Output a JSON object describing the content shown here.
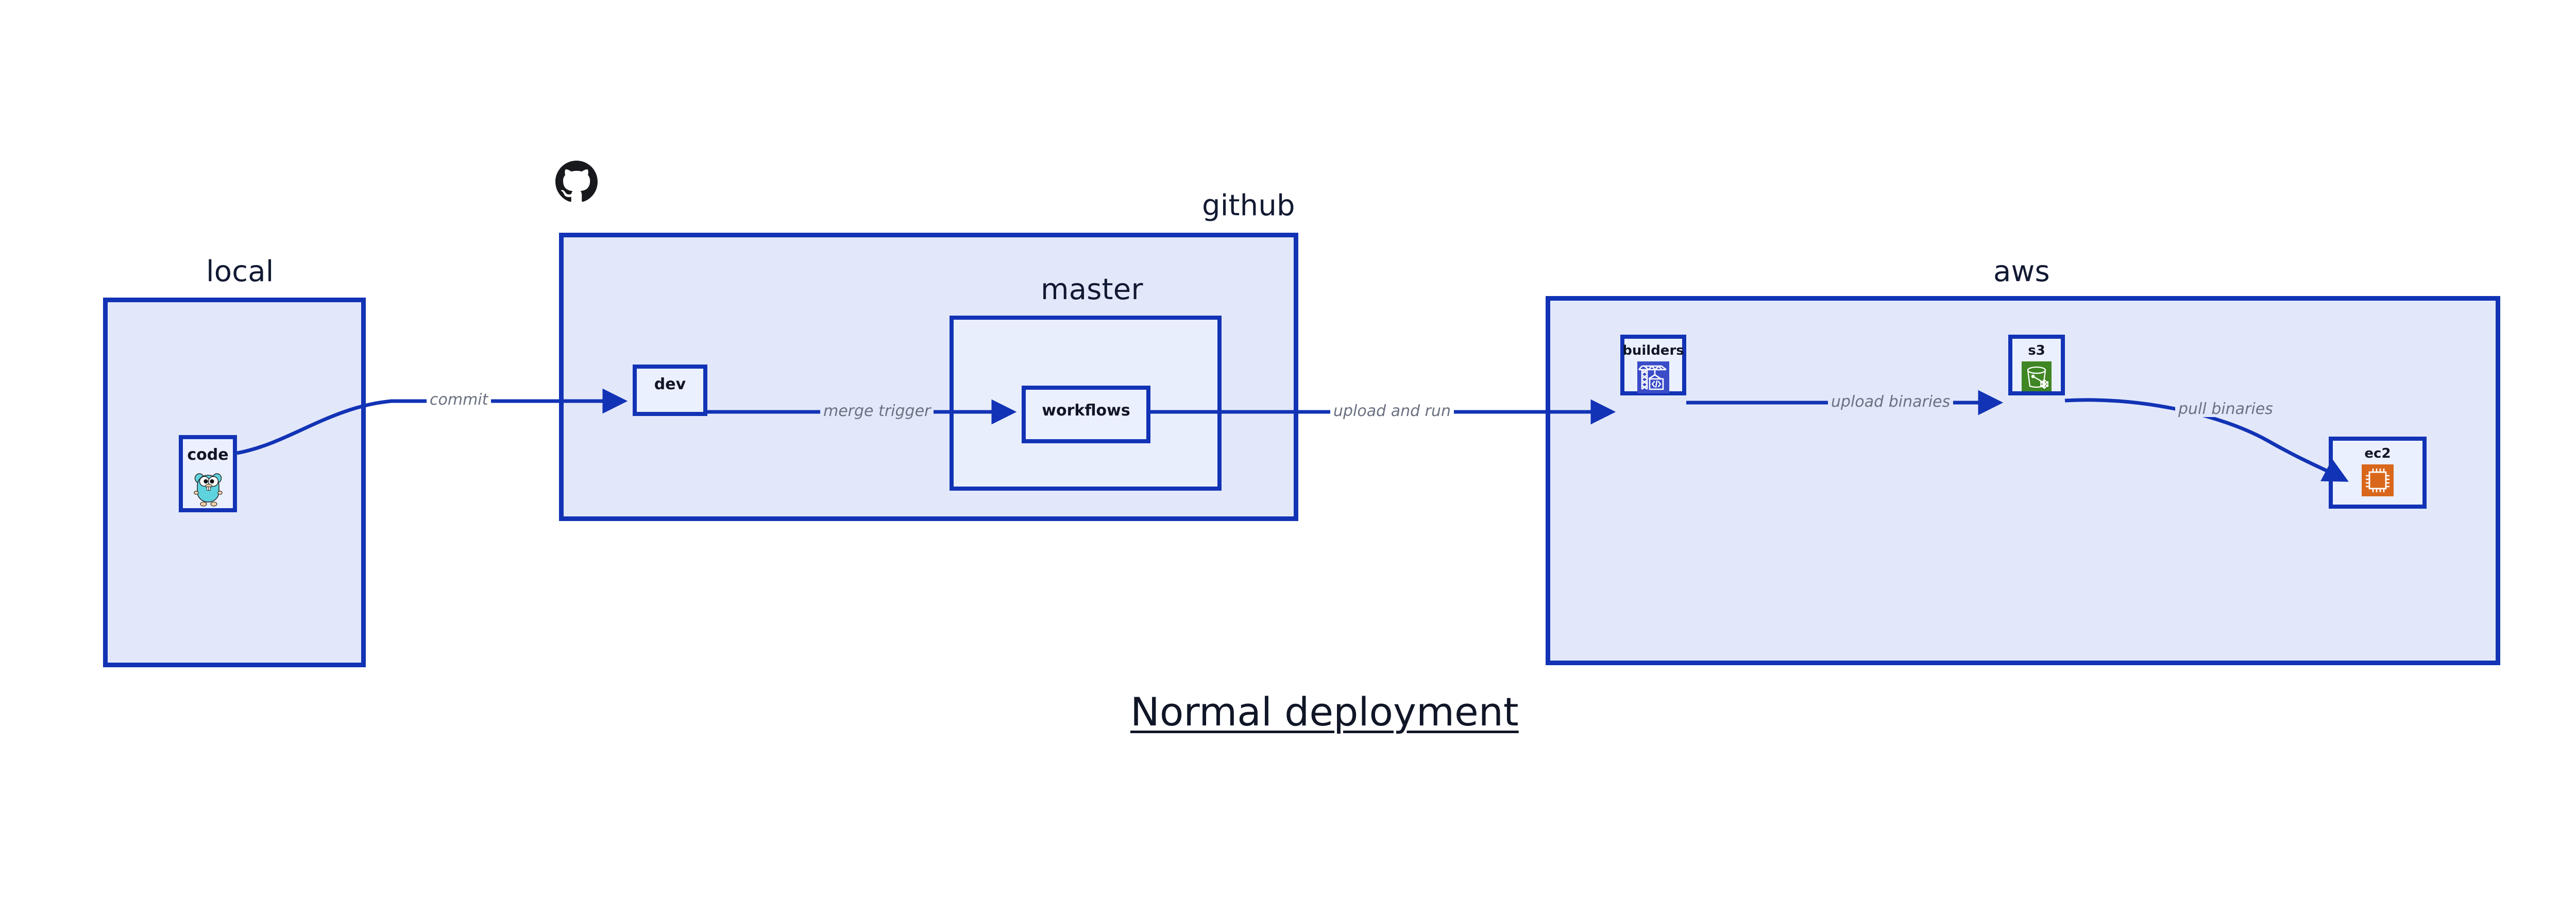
{
  "diagram": {
    "title": "Normal deployment",
    "colors": {
      "group_fill": "#e2e8fa",
      "subgroup_fill": "#e9eefc",
      "node_fill": "#ebf0fe",
      "border": "#1233b5",
      "label_text": "#121a33",
      "edge_label_text": "#6a7180",
      "s3_icon": "#3f8624",
      "builders_icon": "#3a4cc8",
      "ec2_icon": "#d9671b",
      "gopher_body": "#5ed3de",
      "octocat": "#17191c"
    }
  },
  "groups": {
    "local": {
      "label": "local"
    },
    "github": {
      "label": "github",
      "logo": "octocat-logo"
    },
    "master": {
      "label": "master"
    },
    "aws": {
      "label": "aws"
    }
  },
  "nodes": {
    "code": {
      "label": "code",
      "icon": "go-gopher-icon"
    },
    "dev": {
      "label": "dev",
      "icon": ""
    },
    "workflows": {
      "label": "workflows",
      "icon": ""
    },
    "builders": {
      "label": "builders",
      "icon": "aws-codebuild-crane-icon"
    },
    "s3": {
      "label": "s3",
      "icon": "aws-s3-glacier-bucket-icon"
    },
    "ec2": {
      "label": "ec2",
      "icon": "aws-ec2-chip-icon"
    }
  },
  "edges": [
    {
      "id": "commit",
      "label": "commit",
      "from": "code",
      "to": "dev"
    },
    {
      "id": "merge-trigger",
      "label": "merge trigger",
      "from": "dev",
      "to": "workflows"
    },
    {
      "id": "upload-and-run",
      "label": "upload and run",
      "from": "workflows",
      "to": "builders"
    },
    {
      "id": "upload-binaries",
      "label": "upload binaries",
      "from": "builders",
      "to": "s3"
    },
    {
      "id": "pull-binaries",
      "label": "pull binaries",
      "from": "s3",
      "to": "ec2"
    }
  ]
}
